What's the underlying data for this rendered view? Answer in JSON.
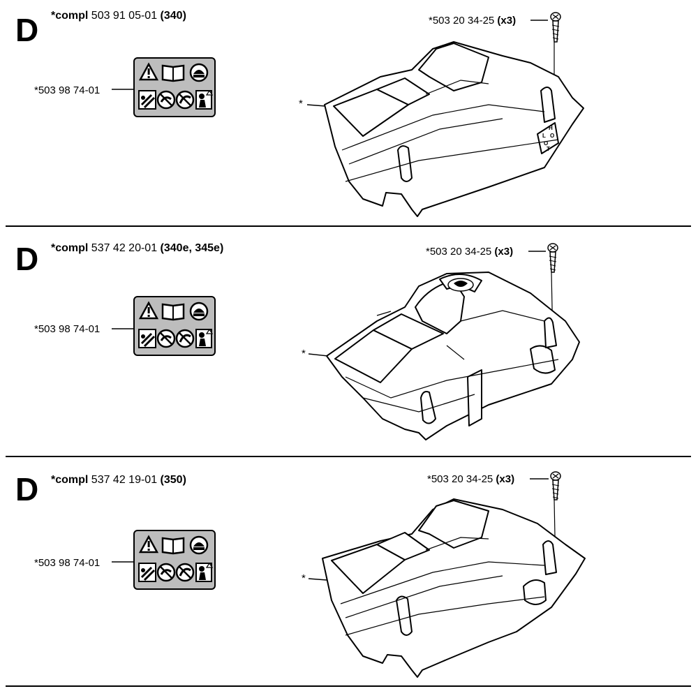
{
  "sections": [
    {
      "letter": "D",
      "compl_bold": "*compl",
      "compl_part": " 503 91 05-01 ",
      "compl_models": "(340)",
      "screw_part": "*503 20 34-25 ",
      "screw_qty": "(x3)",
      "decal_part": "*503 98 74-01",
      "cover_marker": "*",
      "choke_letters": [
        "L",
        "O",
        "H",
        "T",
        "O"
      ]
    },
    {
      "letter": "D",
      "compl_bold": "*compl",
      "compl_part": " 537 42 20-01 ",
      "compl_models": "(340e, 345e)",
      "screw_part": "*503 20 34-25 ",
      "screw_qty": "(x3)",
      "decal_part": "*503 98 74-01",
      "cover_marker": "*"
    },
    {
      "letter": "D",
      "compl_bold": "*compl",
      "compl_part": " 537 42 19-01 ",
      "compl_models": "(350)",
      "screw_part": "*503 20 34-25 ",
      "screw_qty": "(x3)",
      "decal_part": "*503 98 74-01",
      "cover_marker": "*"
    }
  ],
  "decal_icons": [
    "warning-icon",
    "manual-icon",
    "helmet-icon",
    "kickback-icon",
    "no-one-hand-icon",
    "chain-icon",
    "protective-gear-icon"
  ]
}
